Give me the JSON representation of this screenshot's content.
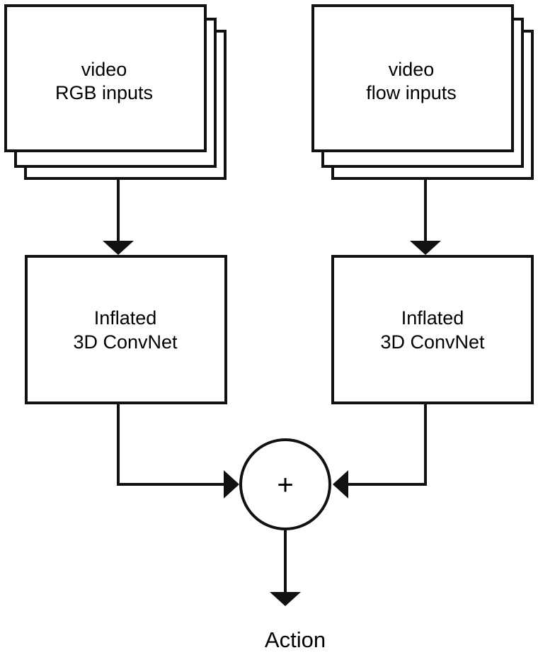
{
  "rgb_stream": {
    "input_line1": "video",
    "input_line2": "RGB inputs",
    "net_line1": "Inflated",
    "net_line2": "3D ConvNet"
  },
  "flow_stream": {
    "input_line1": "video",
    "input_line2": "flow inputs",
    "net_line1": "Inflated",
    "net_line2": "3D ConvNet"
  },
  "fusion": {
    "symbol": "+"
  },
  "output": {
    "label": "Action"
  },
  "colors": {
    "stroke": "#111111",
    "fill": "#ffffff",
    "text": "#000000"
  }
}
